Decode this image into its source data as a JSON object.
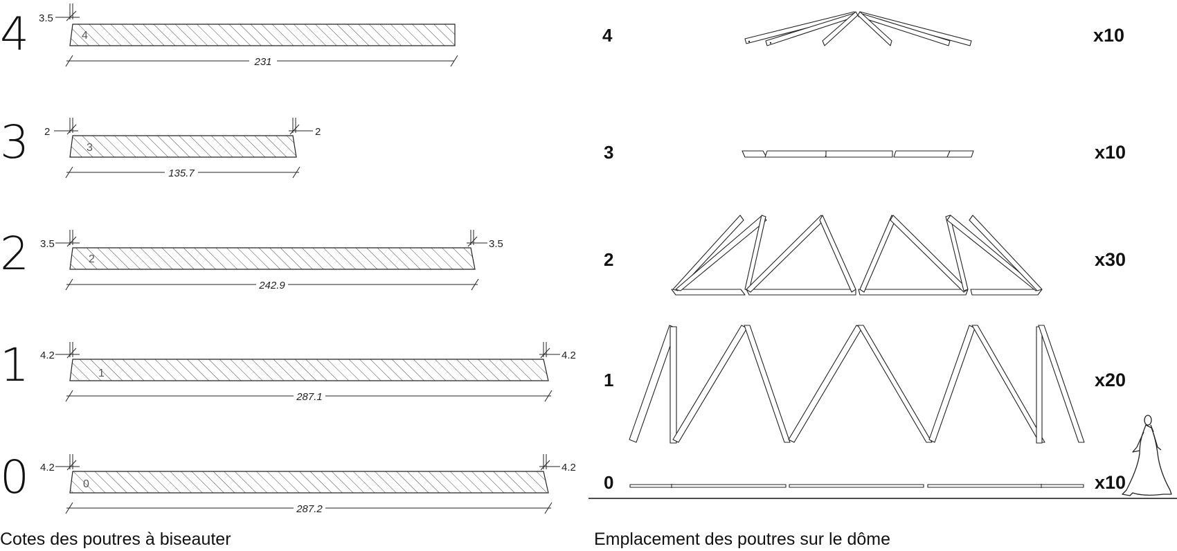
{
  "left_panel": {
    "caption": "Cotes des poutres à biseauter",
    "beams": [
      {
        "level": "4",
        "label": "4",
        "length": "231",
        "bevel_left": "3.5",
        "bevel_right": ""
      },
      {
        "level": "3",
        "label": "3",
        "length": "135.7",
        "bevel_left": "2",
        "bevel_right": "2"
      },
      {
        "level": "2",
        "label": "2",
        "length": "242.9",
        "bevel_left": "3.5",
        "bevel_right": "3.5"
      },
      {
        "level": "1",
        "label": "1",
        "length": "287.1",
        "bevel_left": "4.2",
        "bevel_right": "4.2"
      },
      {
        "level": "0",
        "label": "0",
        "length": "287.2",
        "bevel_left": "4.2",
        "bevel_right": "4.2"
      }
    ]
  },
  "right_panel": {
    "caption": "Emplacement des poutres sur le dôme",
    "rows": [
      {
        "level": "4",
        "quantity": "x10"
      },
      {
        "level": "3",
        "quantity": "x10"
      },
      {
        "level": "2",
        "quantity": "x30"
      },
      {
        "level": "1",
        "quantity": "x20"
      },
      {
        "level": "0",
        "quantity": "x10"
      }
    ]
  }
}
